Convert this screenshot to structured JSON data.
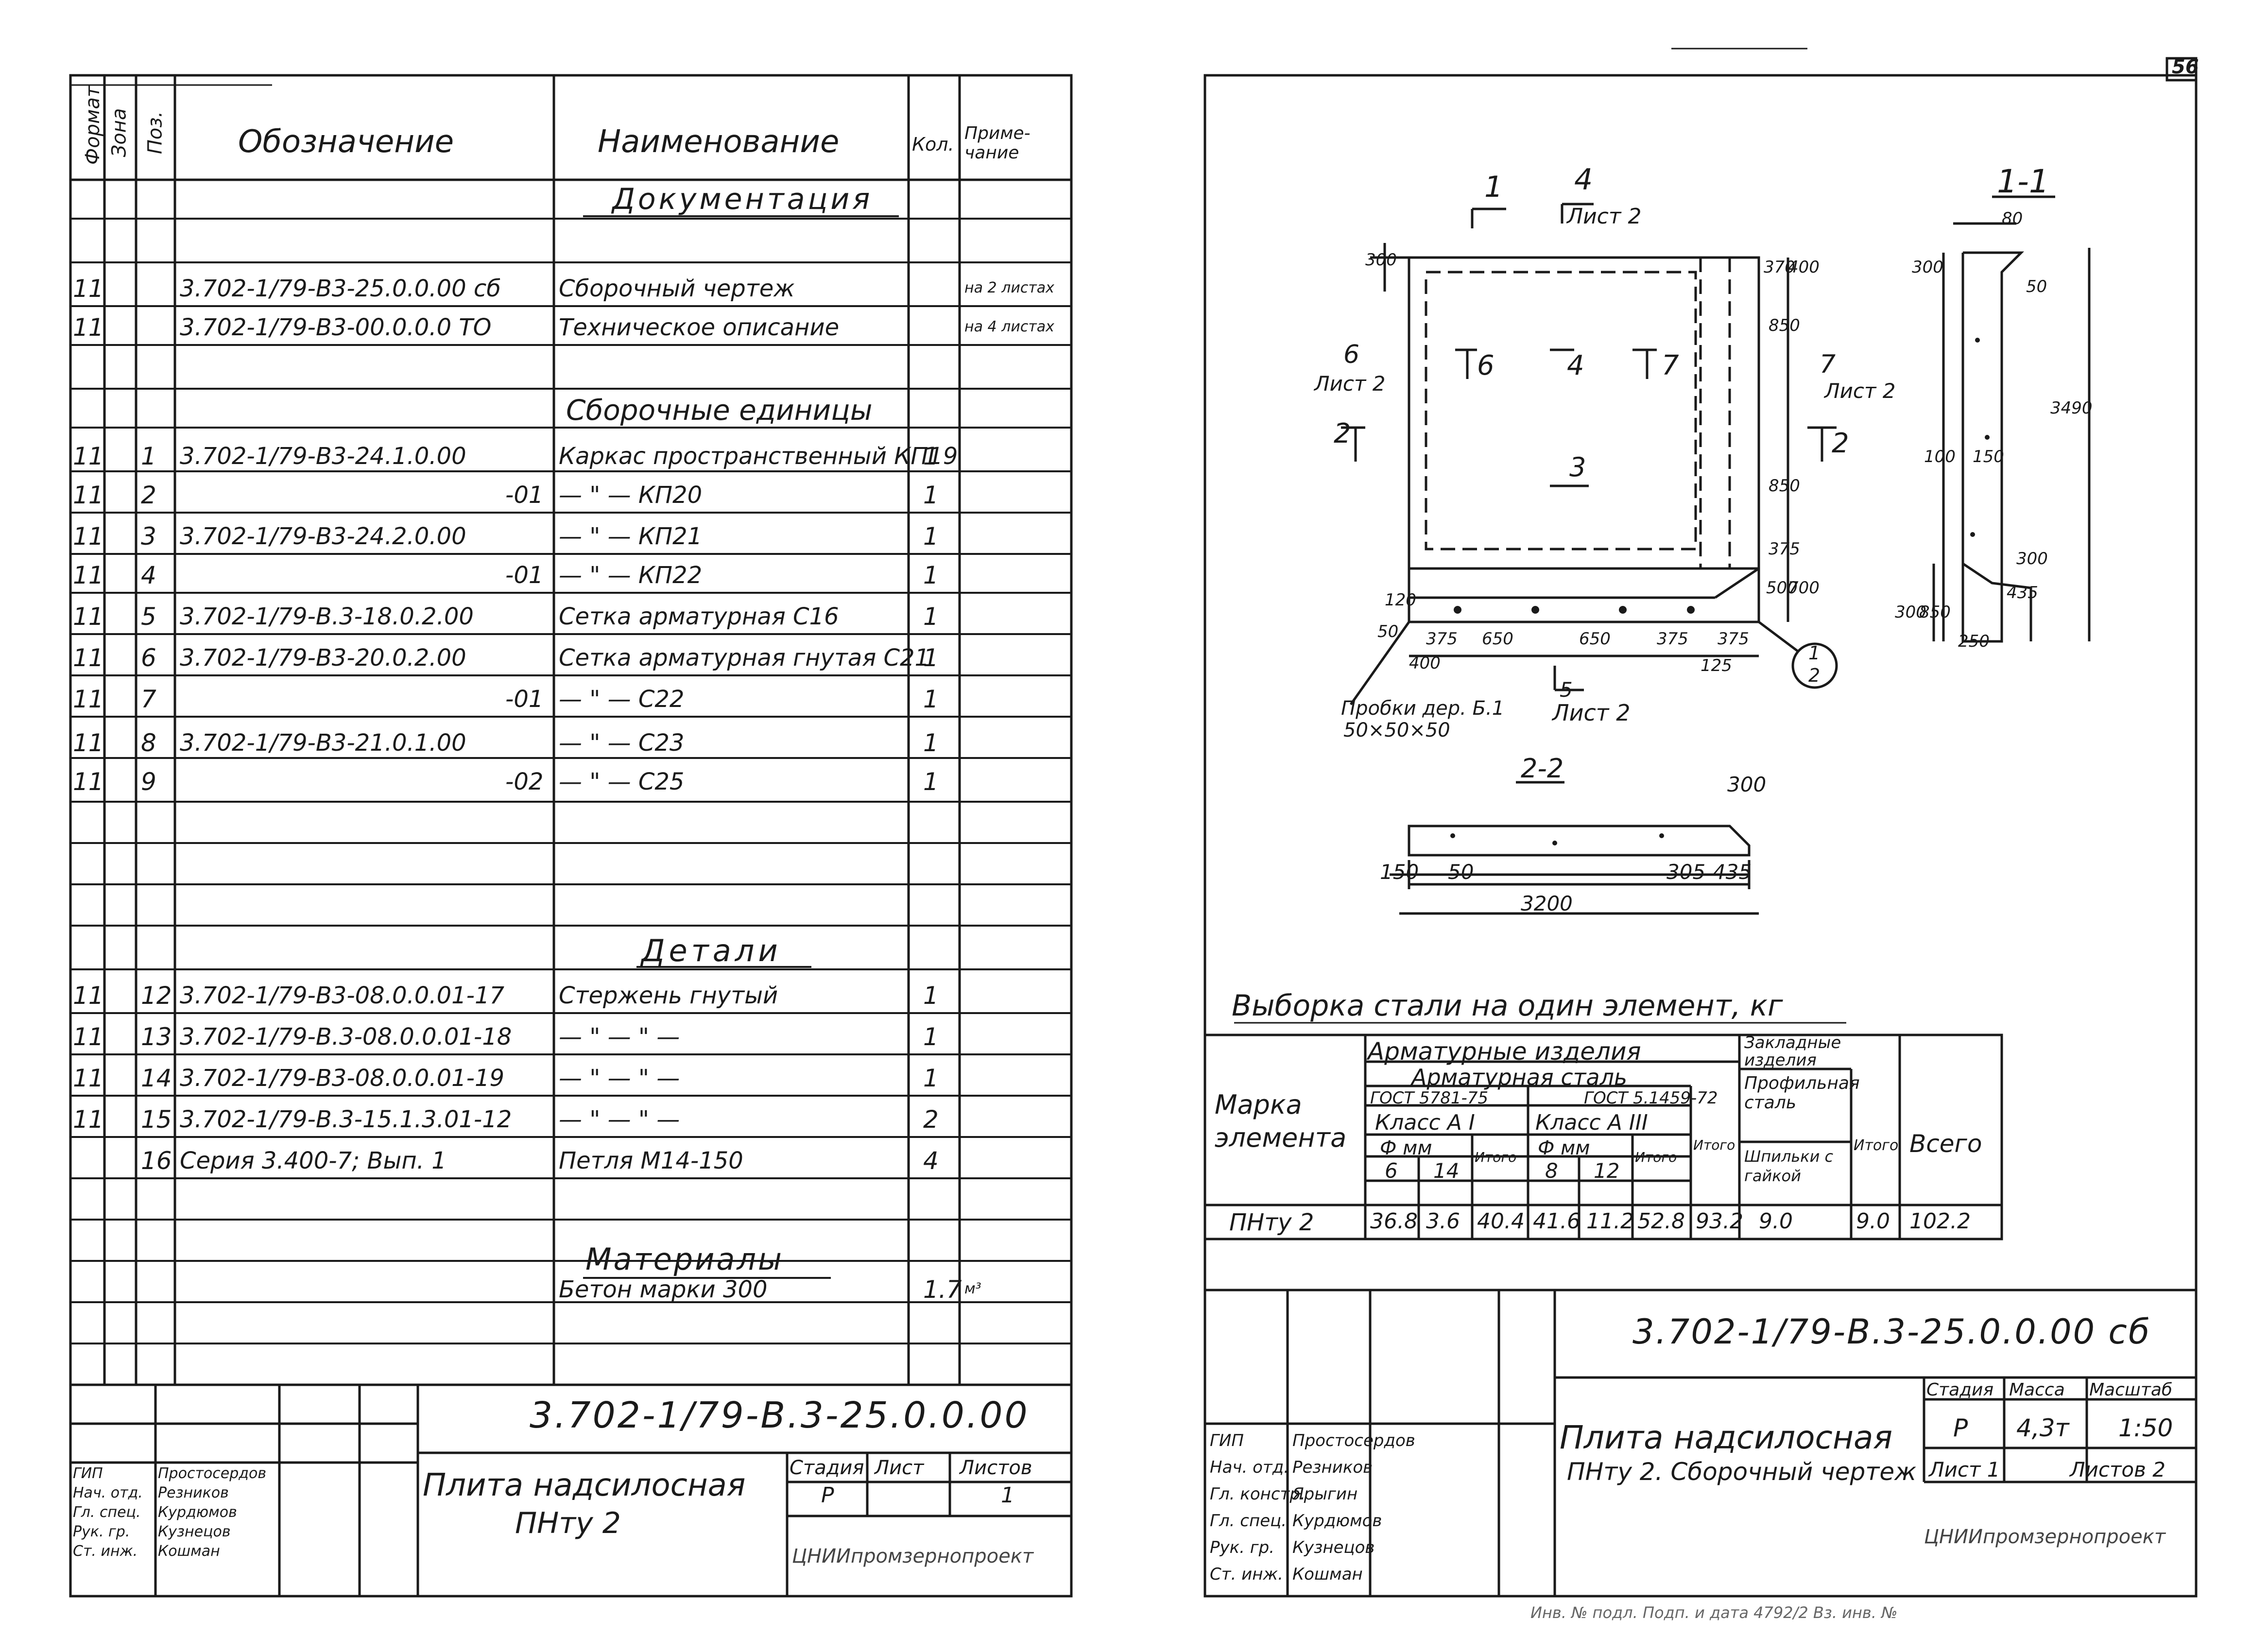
{
  "page_number": "56",
  "left": {
    "headers": {
      "format": "Формат",
      "zone": "Зона",
      "pos": "Поз.",
      "designation": "Обозначение",
      "name": "Наименование",
      "qty": "Кол.",
      "note": "Приме-чание"
    },
    "sections": {
      "documentation": "Документация",
      "assembly_units": "Сборочные единицы",
      "details": "Детали",
      "materials": "Материалы"
    },
    "rows": [
      {
        "format": "11",
        "zone": "",
        "pos": "",
        "designation": "3.702-1/79-В3-25.0.0.00 сб",
        "name": "Сборочный чертеж",
        "qty": "",
        "note": "на 2 листах"
      },
      {
        "format": "11",
        "zone": "",
        "pos": "",
        "designation": "3.702-1/79-В3-00.0.0.0 ТО",
        "name": "Техническое описание",
        "qty": "",
        "note": "на 4 листах"
      },
      {
        "format": "11",
        "zone": "",
        "pos": "1",
        "designation": "3.702-1/79-В3-24.1.0.00",
        "name": "Каркас пространственный КП19",
        "qty": "1",
        "note": ""
      },
      {
        "format": "11",
        "zone": "",
        "pos": "2",
        "designation": "-01",
        "name": "— \" — КП20",
        "qty": "1",
        "note": ""
      },
      {
        "format": "11",
        "zone": "",
        "pos": "3",
        "designation": "3.702-1/79-В3-24.2.0.00",
        "name": "— \" — КП21",
        "qty": "1",
        "note": ""
      },
      {
        "format": "11",
        "zone": "",
        "pos": "4",
        "designation": "-01",
        "name": "— \" — КП22",
        "qty": "1",
        "note": ""
      },
      {
        "format": "11",
        "zone": "",
        "pos": "5",
        "designation": "3.702-1/79-В.3-18.0.2.00",
        "name": "Сетка арматурная С16",
        "qty": "1",
        "note": ""
      },
      {
        "format": "11",
        "zone": "",
        "pos": "6",
        "designation": "3.702-1/79-В3-20.0.2.00",
        "name": "Сетка арматурная гнутая С21",
        "qty": "1",
        "note": ""
      },
      {
        "format": "11",
        "zone": "",
        "pos": "7",
        "designation": "-01",
        "name": "— \" — С22",
        "qty": "1",
        "note": ""
      },
      {
        "format": "11",
        "zone": "",
        "pos": "8",
        "designation": "3.702-1/79-В3-21.0.1.00",
        "name": "— \" — С23",
        "qty": "1",
        "note": ""
      },
      {
        "format": "11",
        "zone": "",
        "pos": "9",
        "designation": "-02",
        "name": "— \" — С25",
        "qty": "1",
        "note": ""
      },
      {
        "format": "11",
        "zone": "",
        "pos": "12",
        "designation": "3.702-1/79-В3-08.0.0.01-17",
        "name": "Стержень гнутый",
        "qty": "1",
        "note": ""
      },
      {
        "format": "11",
        "zone": "",
        "pos": "13",
        "designation": "3.702-1/79-В.3-08.0.0.01-18",
        "name": "— \" — \" —",
        "qty": "1",
        "note": ""
      },
      {
        "format": "11",
        "zone": "",
        "pos": "14",
        "designation": "3.702-1/79-В3-08.0.0.01-19",
        "name": "— \" — \" —",
        "qty": "1",
        "note": ""
      },
      {
        "format": "11",
        "zone": "",
        "pos": "15",
        "designation": "3.702-1/79-В.3-15.1.3.01-12",
        "name": "— \" — \" —",
        "qty": "2",
        "note": ""
      },
      {
        "format": "",
        "zone": "",
        "pos": "16",
        "designation": "Серия 3.400-7; Вып. 1",
        "name": "Петля М14-150",
        "qty": "4",
        "note": ""
      },
      {
        "format": "",
        "zone": "",
        "pos": "",
        "designation": "",
        "name": "Бетон марки 300",
        "qty": "1.7",
        "note": "м³"
      }
    ],
    "title_block": {
      "code": "3.702-1/79-В.3-25.0.0.00",
      "title_line1": "Плита надсилосная",
      "title_line2": "ПНту 2",
      "stage_label": "Стадия",
      "sheet_label": "Лист",
      "sheets_label": "Листов",
      "stage": "Р",
      "sheets": "1",
      "org": "ЦНИИпромзернопроект",
      "roles": [
        "ГИП",
        "Нач. отд.",
        "Гл. спец.",
        "Рук. гр.",
        "Ст. инж."
      ],
      "names": [
        "Простосердов",
        "Резников",
        "Курдюмов",
        "Кузнецов",
        "Кошман"
      ]
    }
  },
  "right": {
    "drawing": {
      "section_11": "1-1",
      "section_22": "2-2",
      "cut_labels": [
        "1",
        "4",
        "6",
        "7",
        "2",
        "3",
        "5"
      ],
      "sheet_ref": "Лист 2",
      "plugs_note": "Пробки дер. Б.1",
      "plugs_size": "50×50×50",
      "callout_top": "1",
      "callout_bottom": "2",
      "dims_plan": [
        "300",
        "375",
        "650",
        "650",
        "375",
        "375",
        "400",
        "125",
        "50",
        "120",
        "370",
        "400",
        "850",
        "850",
        "375",
        "700",
        "500"
      ],
      "dims_11": [
        "80",
        "300",
        "50",
        "3490",
        "100",
        "150",
        "300",
        "850",
        "300",
        "435",
        "250"
      ],
      "dims_22": [
        "300",
        "150",
        "50",
        "305",
        "435",
        "3200"
      ]
    },
    "steel_table": {
      "title": "Выборка стали на один элемент, кг",
      "col_mark": "Марка элемента",
      "arm_products": "Арматурные изделия",
      "arm_steel": "Арматурная сталь",
      "gost1": "ГОСТ 5781-75",
      "gost2": "ГОСТ 5.1459-72",
      "class1": "Класс А I",
      "class2": "Класс А III",
      "dia": "Ф мм",
      "total": "Итого",
      "embedded": "Закладные изделия",
      "profile": "Профильная сталь",
      "bolts": "Шпильки с гайкой",
      "grand": "Всего",
      "d1": "6",
      "d2": "14",
      "d3": "8",
      "d4": "12",
      "row": {
        "mark": "ПНту 2",
        "a6": "36.8",
        "a14": "3.6",
        "t1": "40.4",
        "b8": "41.6",
        "b12": "11.2",
        "t2": "52.8",
        "t3": "93.2",
        "bolt": "9.0",
        "t4": "9.0",
        "all": "102.2"
      }
    },
    "title_block": {
      "code": "3.702-1/79-В.3-25.0.0.00 сб",
      "title_line1": "Плита надсилосная",
      "title_line2": "ПНту 2. Сборочный чертеж",
      "stage_label": "Стадия",
      "mass_label": "Масса",
      "scale_label": "Масштаб",
      "stage": "Р",
      "mass": "4,3т",
      "scale": "1:50",
      "sheet": "Лист 1",
      "sheets": "Листов 2",
      "org": "ЦНИИпромзернопроект",
      "roles": [
        "ГИП",
        "Нач. отд.",
        "Гл. констр.",
        "Гл. спец.",
        "Рук. гр.",
        "Ст. инж."
      ],
      "names": [
        "Простосердов",
        "Резников",
        "Ярыгин",
        "Курдюмов",
        "Кузнецов",
        "Кошман"
      ]
    },
    "bottom_note": "Инв. № подл. Подп. и дата 4792/2 Вз. инв. №"
  }
}
